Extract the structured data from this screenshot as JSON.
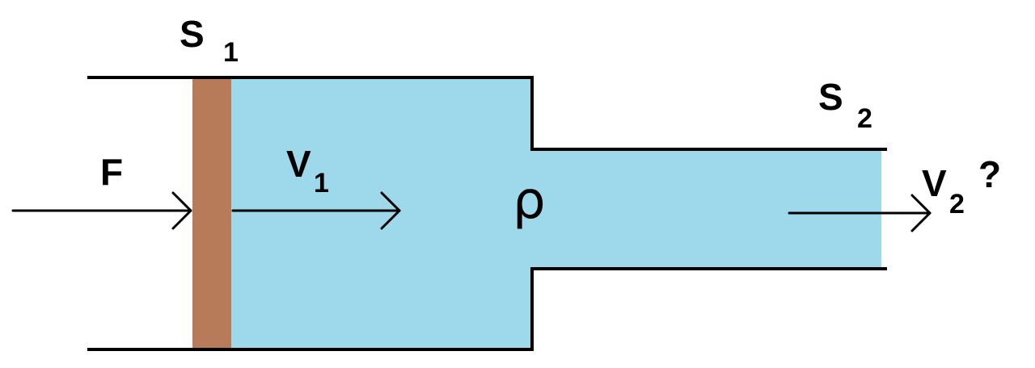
{
  "colors": {
    "fluid": "#9DD9EA",
    "piston": "#B87B5A",
    "stroke": "#000000",
    "background": "#FFFFFF"
  },
  "labels": {
    "s1": {
      "main": "S",
      "sub": "1"
    },
    "s2": {
      "main": "S",
      "sub": "2"
    },
    "force": "F",
    "v1": {
      "main": "V",
      "sub": "1"
    },
    "v2": {
      "main": "V",
      "sub": "2",
      "suffix": "?"
    },
    "density": "ρ"
  }
}
